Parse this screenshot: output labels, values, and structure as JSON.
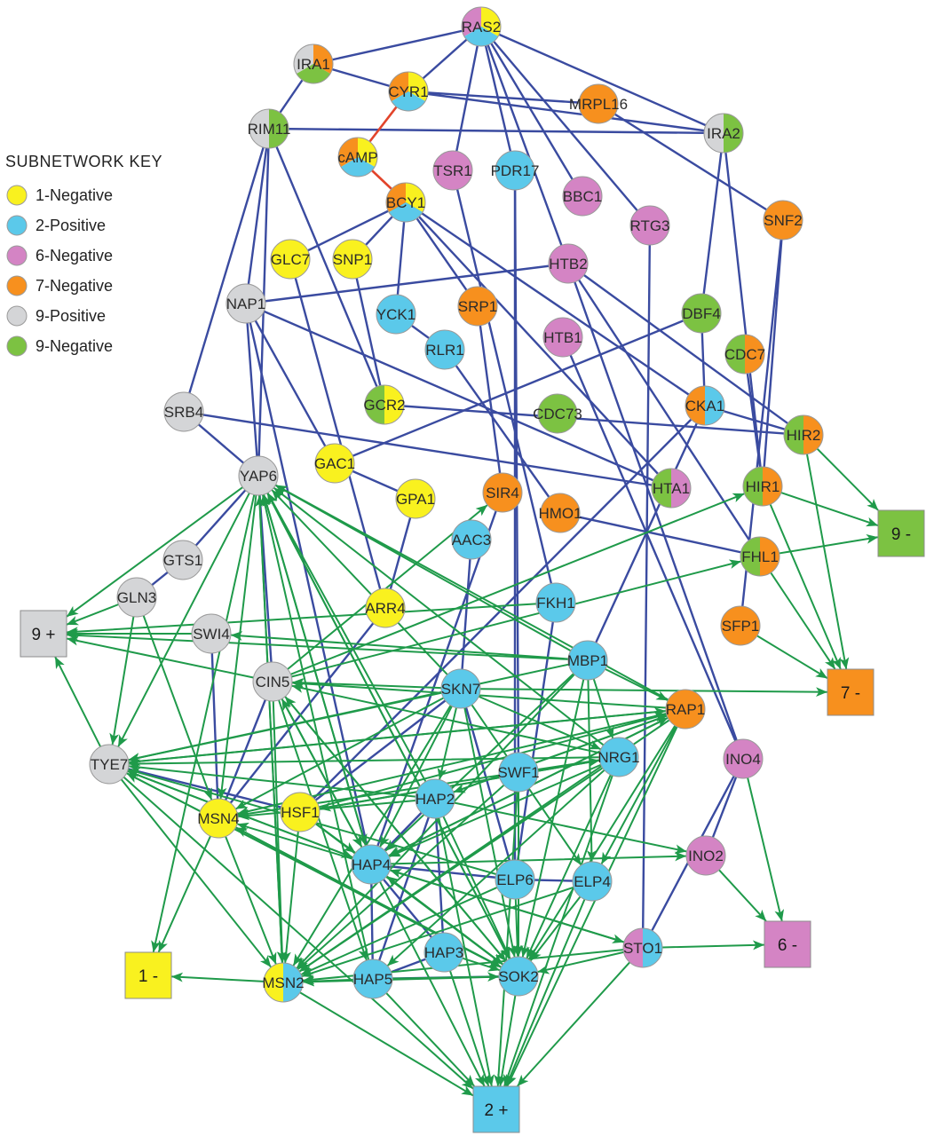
{
  "key": {
    "title": "SUBNETWORK  KEY",
    "items": [
      {
        "id": "1N",
        "label": "1-Negative",
        "color": "#f9f11f"
      },
      {
        "id": "2P",
        "label": "2-Positive",
        "color": "#5bc9ea"
      },
      {
        "id": "6N",
        "label": "6-Negative",
        "color": "#d484c4"
      },
      {
        "id": "7N",
        "label": "7-Negative",
        "color": "#f7901e"
      },
      {
        "id": "9P",
        "label": "9-Positive",
        "color": "#d4d5d7"
      },
      {
        "id": "9N",
        "label": "9-Negative",
        "color": "#7cc242"
      }
    ]
  },
  "edge_colors": {
    "regulatory": "#3a4ba0",
    "directed": "#1f9a4a",
    "special": "#e2442b"
  },
  "nodes": [
    {
      "id": "RAS2",
      "label": "RAS2",
      "groups": [
        "1N",
        "2P",
        "6N"
      ]
    },
    {
      "id": "IRA1",
      "label": "IRA1",
      "groups": [
        "7N",
        "9N",
        "9P"
      ]
    },
    {
      "id": "CYR1",
      "label": "CYR1",
      "groups": [
        "1N",
        "2P",
        "7N"
      ]
    },
    {
      "id": "MRPL16",
      "label": "MRPL16",
      "groups": [
        "7N"
      ]
    },
    {
      "id": "RIM11",
      "label": "RIM11",
      "groups": [
        "9N",
        "9P"
      ]
    },
    {
      "id": "IRA2",
      "label": "IRA2",
      "groups": [
        "9N",
        "9P"
      ]
    },
    {
      "id": "cAMP",
      "label": "cAMP",
      "groups": [
        "1N",
        "2P",
        "7N"
      ]
    },
    {
      "id": "TSR1",
      "label": "TSR1",
      "groups": [
        "6N"
      ]
    },
    {
      "id": "PDR17",
      "label": "PDR17",
      "groups": [
        "2P"
      ]
    },
    {
      "id": "BBC1",
      "label": "BBC1",
      "groups": [
        "6N"
      ]
    },
    {
      "id": "BCY1",
      "label": "BCY1",
      "groups": [
        "1N",
        "2P",
        "7N"
      ]
    },
    {
      "id": "RTG3",
      "label": "RTG3",
      "groups": [
        "6N"
      ]
    },
    {
      "id": "SNF2",
      "label": "SNF2",
      "groups": [
        "7N"
      ]
    },
    {
      "id": "GLC7",
      "label": "GLC7",
      "groups": [
        "1N"
      ]
    },
    {
      "id": "SNP1",
      "label": "SNP1",
      "groups": [
        "1N"
      ]
    },
    {
      "id": "HTB2",
      "label": "HTB2",
      "groups": [
        "6N"
      ]
    },
    {
      "id": "NAP1",
      "label": "NAP1",
      "groups": [
        "9P"
      ]
    },
    {
      "id": "YCK1",
      "label": "YCK1",
      "groups": [
        "2P"
      ]
    },
    {
      "id": "SRP1",
      "label": "SRP1",
      "groups": [
        "7N"
      ]
    },
    {
      "id": "DBF4",
      "label": "DBF4",
      "groups": [
        "9N"
      ]
    },
    {
      "id": "RLR1",
      "label": "RLR1",
      "groups": [
        "2P"
      ]
    },
    {
      "id": "HTB1",
      "label": "HTB1",
      "groups": [
        "6N"
      ]
    },
    {
      "id": "CDC7",
      "label": "CDC7",
      "groups": [
        "7N",
        "9N"
      ]
    },
    {
      "id": "SRB4",
      "label": "SRB4",
      "groups": [
        "9P"
      ]
    },
    {
      "id": "GCR2",
      "label": "GCR2",
      "groups": [
        "1N",
        "9N"
      ]
    },
    {
      "id": "CDC73",
      "label": "CDC73",
      "groups": [
        "9N"
      ]
    },
    {
      "id": "CKA1",
      "label": "CKA1",
      "groups": [
        "2P",
        "7N"
      ]
    },
    {
      "id": "HIR2",
      "label": "HIR2",
      "groups": [
        "7N",
        "9N"
      ]
    },
    {
      "id": "YAP6",
      "label": "YAP6",
      "groups": [
        "9P"
      ]
    },
    {
      "id": "GAC1",
      "label": "GAC1",
      "groups": [
        "1N"
      ]
    },
    {
      "id": "GPA1",
      "label": "GPA1",
      "groups": [
        "1N"
      ]
    },
    {
      "id": "SIR4",
      "label": "SIR4",
      "groups": [
        "7N"
      ]
    },
    {
      "id": "HMO1",
      "label": "HMO1",
      "groups": [
        "7N"
      ]
    },
    {
      "id": "HTA1",
      "label": "HTA1",
      "groups": [
        "6N",
        "9N"
      ]
    },
    {
      "id": "HIR1",
      "label": "HIR1",
      "groups": [
        "7N",
        "9N"
      ]
    },
    {
      "id": "GTS1",
      "label": "GTS1",
      "groups": [
        "9P"
      ]
    },
    {
      "id": "AAC3",
      "label": "AAC3",
      "groups": [
        "2P"
      ]
    },
    {
      "id": "FHL1",
      "label": "FHL1",
      "groups": [
        "7N",
        "9N"
      ]
    },
    {
      "id": "GLN3",
      "label": "GLN3",
      "groups": [
        "9P"
      ]
    },
    {
      "id": "ARR4",
      "label": "ARR4",
      "groups": [
        "1N"
      ]
    },
    {
      "id": "FKH1",
      "label": "FKH1",
      "groups": [
        "2P"
      ]
    },
    {
      "id": "SWI4",
      "label": "SWI4",
      "groups": [
        "9P"
      ]
    },
    {
      "id": "SFP1",
      "label": "SFP1",
      "groups": [
        "7N"
      ]
    },
    {
      "id": "MBP1",
      "label": "MBP1",
      "groups": [
        "2P"
      ]
    },
    {
      "id": "CIN5",
      "label": "CIN5",
      "groups": [
        "9P"
      ]
    },
    {
      "id": "SKN7",
      "label": "SKN7",
      "groups": [
        "2P"
      ]
    },
    {
      "id": "RAP1",
      "label": "RAP1",
      "groups": [
        "7N"
      ]
    },
    {
      "id": "TYE7",
      "label": "TYE7",
      "groups": [
        "9P"
      ]
    },
    {
      "id": "NRG1",
      "label": "NRG1",
      "groups": [
        "2P"
      ]
    },
    {
      "id": "INO4",
      "label": "INO4",
      "groups": [
        "6N"
      ]
    },
    {
      "id": "SWF1",
      "label": "SWF1",
      "groups": [
        "2P"
      ]
    },
    {
      "id": "MSN4",
      "label": "MSN4",
      "groups": [
        "1N"
      ]
    },
    {
      "id": "HSF1",
      "label": "HSF1",
      "groups": [
        "1N"
      ]
    },
    {
      "id": "HAP2",
      "label": "HAP2",
      "groups": [
        "2P"
      ]
    },
    {
      "id": "INO2",
      "label": "INO2",
      "groups": [
        "6N"
      ]
    },
    {
      "id": "HAP4",
      "label": "HAP4",
      "groups": [
        "2P"
      ]
    },
    {
      "id": "ELP6",
      "label": "ELP6",
      "groups": [
        "2P"
      ]
    },
    {
      "id": "ELP4",
      "label": "ELP4",
      "groups": [
        "2P"
      ]
    },
    {
      "id": "STO1",
      "label": "STO1",
      "groups": [
        "2P",
        "6N"
      ]
    },
    {
      "id": "HAP3",
      "label": "HAP3",
      "groups": [
        "2P"
      ]
    },
    {
      "id": "MSN2",
      "label": "MSN2",
      "groups": [
        "2P",
        "1N"
      ]
    },
    {
      "id": "HAP5",
      "label": "HAP5",
      "groups": [
        "2P"
      ]
    },
    {
      "id": "SOK2",
      "label": "SOK2",
      "groups": [
        "2P"
      ]
    }
  ],
  "boxes": [
    {
      "id": "B9N",
      "label": "9 -",
      "group": "9N"
    },
    {
      "id": "B9P",
      "label": "9 +",
      "group": "9P"
    },
    {
      "id": "B7N",
      "label": "7 -",
      "group": "7N"
    },
    {
      "id": "B6N",
      "label": "6 -",
      "group": "6N"
    },
    {
      "id": "B1N",
      "label": "1 -",
      "group": "1N"
    },
    {
      "id": "B2P",
      "label": "2 +",
      "group": "2P"
    }
  ],
  "regulatory_edges": [
    [
      "RAS2",
      "IRA1"
    ],
    [
      "RAS2",
      "CYR1"
    ],
    [
      "RAS2",
      "IRA2"
    ],
    [
      "RAS2",
      "TSR1"
    ],
    [
      "RAS2",
      "PDR17"
    ],
    [
      "RAS2",
      "BBC1"
    ],
    [
      "RAS2",
      "RTG3"
    ],
    [
      "RAS2",
      "HTB2"
    ],
    [
      "IRA1",
      "RIM11"
    ],
    [
      "IRA1",
      "CYR1"
    ],
    [
      "CYR1",
      "MRPL16"
    ],
    [
      "CYR1",
      "IRA2"
    ],
    [
      "MRPL16",
      "SNF2"
    ],
    [
      "RIM11",
      "IRA2"
    ],
    [
      "RIM11",
      "NAP1"
    ],
    [
      "RIM11",
      "SRB4"
    ],
    [
      "RIM11",
      "GCR2"
    ],
    [
      "RIM11",
      "YAP6"
    ],
    [
      "IRA2",
      "DBF4"
    ],
    [
      "IRA2",
      "HIR1"
    ],
    [
      "BCY1",
      "GLC7"
    ],
    [
      "BCY1",
      "SNP1"
    ],
    [
      "BCY1",
      "YCK1"
    ],
    [
      "BCY1",
      "CKA1"
    ],
    [
      "BCY1",
      "HTA1"
    ],
    [
      "BCY1",
      "SRP1"
    ],
    [
      "SNP1",
      "GCR2"
    ],
    [
      "GLC7",
      "ARR4"
    ],
    [
      "NAP1",
      "HTB2"
    ],
    [
      "NAP1",
      "HTA1"
    ],
    [
      "NAP1",
      "YAP6"
    ],
    [
      "NAP1",
      "HAP4"
    ],
    [
      "NAP1",
      "GAC1"
    ],
    [
      "YCK1",
      "RLR1"
    ],
    [
      "RLR1",
      "HMO1"
    ],
    [
      "SRP1",
      "SIR4"
    ],
    [
      "TSR1",
      "FKH1"
    ],
    [
      "PDR17",
      "SWF1"
    ],
    [
      "PDR17",
      "ELP6"
    ],
    [
      "HTB2",
      "HIR2"
    ],
    [
      "HTB2",
      "INO4"
    ],
    [
      "HTB2",
      "FHL1"
    ],
    [
      "HTB1",
      "INO4"
    ],
    [
      "DBF4",
      "CKA1"
    ],
    [
      "DBF4",
      "GAC1"
    ],
    [
      "CDC7",
      "HIR1"
    ],
    [
      "RTG3",
      "STO1"
    ],
    [
      "SNF2",
      "HIR1"
    ],
    [
      "SNF2",
      "SFP1"
    ],
    [
      "SRB4",
      "YAP6"
    ],
    [
      "SRB4",
      "HTA1"
    ],
    [
      "GCR2",
      "HIR2"
    ],
    [
      "CKA1",
      "HIR2"
    ],
    [
      "CKA1",
      "MBP1"
    ],
    [
      "YAP6",
      "CIN5"
    ],
    [
      "YAP6",
      "GTS1"
    ],
    [
      "GTS1",
      "GLN3"
    ],
    [
      "GAC1",
      "GPA1"
    ],
    [
      "GPA1",
      "ARR4"
    ],
    [
      "SIR4",
      "HAP4"
    ],
    [
      "HMO1",
      "FHL1"
    ],
    [
      "AAC3",
      "SKN7"
    ],
    [
      "ARR4",
      "MSN4"
    ],
    [
      "CKA1",
      "HSF1"
    ],
    [
      "SKN7",
      "HSF1"
    ],
    [
      "SKN7",
      "ELP6"
    ],
    [
      "FKH1",
      "ELP6"
    ],
    [
      "ELP6",
      "ELP4"
    ],
    [
      "ELP6",
      "HAP4"
    ],
    [
      "INO4",
      "INO2"
    ],
    [
      "INO4",
      "STO1"
    ],
    [
      "HAP2",
      "HAP3"
    ],
    [
      "HAP2",
      "HAP4"
    ],
    [
      "HAP2",
      "HAP5"
    ],
    [
      "HAP3",
      "HAP5"
    ],
    [
      "HAP4",
      "HAP5"
    ],
    [
      "HAP3",
      "HAP4"
    ],
    [
      "HAP5",
      "SOK2"
    ],
    [
      "TYE7",
      "HSF1"
    ],
    [
      "CIN5",
      "MSN4"
    ],
    [
      "SWI4",
      "MSN4"
    ]
  ],
  "special_edges": [
    [
      "CYR1",
      "cAMP"
    ],
    [
      "cAMP",
      "BCY1"
    ]
  ],
  "directed_edges": [
    [
      "YAP6",
      "B9P"
    ],
    [
      "GLN3",
      "B9P"
    ],
    [
      "SWI4",
      "B9P"
    ],
    [
      "CIN5",
      "B9P"
    ],
    [
      "TYE7",
      "B9P"
    ],
    [
      "MBP1",
      "B9P"
    ],
    [
      "FKH1",
      "B9P"
    ],
    [
      "HIR2",
      "B9N"
    ],
    [
      "HIR1",
      "B9N"
    ],
    [
      "FHL1",
      "B9N"
    ],
    [
      "HIR2",
      "B7N"
    ],
    [
      "HIR1",
      "B7N"
    ],
    [
      "FHL1",
      "B7N"
    ],
    [
      "SFP1",
      "B7N"
    ],
    [
      "SKN7",
      "B7N"
    ],
    [
      "INO4",
      "B6N"
    ],
    [
      "INO2",
      "B6N"
    ],
    [
      "STO1",
      "B6N"
    ],
    [
      "MSN4",
      "B1N"
    ],
    [
      "MSN2",
      "B1N"
    ],
    [
      "YAP6",
      "B1N"
    ],
    [
      "MSN2",
      "B2P"
    ],
    [
      "HAP5",
      "B2P"
    ],
    [
      "HAP3",
      "B2P"
    ],
    [
      "SOK2",
      "B2P"
    ],
    [
      "STO1",
      "B2P"
    ],
    [
      "HAP4",
      "B2P"
    ],
    [
      "ELP4",
      "B2P"
    ],
    [
      "NRG1",
      "B2P"
    ],
    [
      "HAP2",
      "B2P"
    ],
    [
      "TYE7",
      "B2P"
    ],
    [
      "SWF1",
      "B2P"
    ],
    [
      "RAP1",
      "B2P"
    ],
    [
      "SKN7",
      "YAP6"
    ],
    [
      "MBP1",
      "YAP6"
    ],
    [
      "NRG1",
      "YAP6"
    ],
    [
      "HAP4",
      "YAP6"
    ],
    [
      "HAP2",
      "YAP6"
    ],
    [
      "SOK2",
      "YAP6"
    ],
    [
      "RAP1",
      "YAP6"
    ],
    [
      "MSN2",
      "YAP6"
    ],
    [
      "HAP5",
      "YAP6"
    ],
    [
      "CIN5",
      "SIR4"
    ],
    [
      "CIN5",
      "HIR1"
    ],
    [
      "CIN5",
      "FHL1"
    ],
    [
      "MBP1",
      "SWI4"
    ],
    [
      "SKN7",
      "CIN5"
    ],
    [
      "NRG1",
      "CIN5"
    ],
    [
      "RAP1",
      "CIN5"
    ],
    [
      "SOK2",
      "CIN5"
    ],
    [
      "HAP4",
      "CIN5"
    ],
    [
      "YAP6",
      "TYE7"
    ],
    [
      "GLN3",
      "TYE7"
    ],
    [
      "SKN7",
      "TYE7"
    ],
    [
      "MBP1",
      "TYE7"
    ],
    [
      "NRG1",
      "TYE7"
    ],
    [
      "RAP1",
      "TYE7"
    ],
    [
      "HAP4",
      "TYE7"
    ],
    [
      "HAP2",
      "TYE7"
    ],
    [
      "SOK2",
      "TYE7"
    ],
    [
      "ELP6",
      "TYE7"
    ],
    [
      "TYE7",
      "MSN2"
    ],
    [
      "TYE7",
      "SOK2"
    ],
    [
      "GLN3",
      "MSN4"
    ],
    [
      "YAP6",
      "MSN4"
    ],
    [
      "SKN7",
      "MSN4"
    ],
    [
      "RAP1",
      "MSN4"
    ],
    [
      "NRG1",
      "MSN4"
    ],
    [
      "HAP4",
      "MSN4"
    ],
    [
      "SOK2",
      "MSN4"
    ],
    [
      "HAP2",
      "MSN4"
    ],
    [
      "HSF1",
      "RAP1"
    ],
    [
      "HSF1",
      "NRG1"
    ],
    [
      "HSF1",
      "SOK2"
    ],
    [
      "HSF1",
      "HAP4"
    ],
    [
      "HSF1",
      "MSN2"
    ],
    [
      "MSN4",
      "MSN2"
    ],
    [
      "MSN4",
      "SOK2"
    ],
    [
      "SKN7",
      "HAP4"
    ],
    [
      "SKN7",
      "SOK2"
    ],
    [
      "SKN7",
      "MSN2"
    ],
    [
      "SKN7",
      "NRG1"
    ],
    [
      "SKN7",
      "ELP4"
    ],
    [
      "MBP1",
      "RAP1"
    ],
    [
      "MBP1",
      "NRG1"
    ],
    [
      "MBP1",
      "SOK2"
    ],
    [
      "MBP1",
      "MSN2"
    ],
    [
      "MBP1",
      "HAP4"
    ],
    [
      "MBP1",
      "ELP4"
    ],
    [
      "NRG1",
      "HAP4"
    ],
    [
      "NRG1",
      "SOK2"
    ],
    [
      "NRG1",
      "MSN2"
    ],
    [
      "NRG1",
      "HAP5"
    ],
    [
      "NRG1",
      "HSF1"
    ],
    [
      "RAP1",
      "HAP4"
    ],
    [
      "RAP1",
      "SOK2"
    ],
    [
      "RAP1",
      "MSN2"
    ],
    [
      "RAP1",
      "HAP2"
    ],
    [
      "RAP1",
      "ELP4"
    ],
    [
      "HAP4",
      "SOK2"
    ],
    [
      "HAP4",
      "INO2"
    ],
    [
      "HAP4",
      "STO1"
    ],
    [
      "HAP4",
      "RAP1"
    ],
    [
      "HAP2",
      "SOK2"
    ],
    [
      "HAP2",
      "INO2"
    ],
    [
      "HAP2",
      "RAP1"
    ],
    [
      "HAP5",
      "MSN2"
    ],
    [
      "HAP5",
      "SOK2"
    ],
    [
      "SOK2",
      "MSN2"
    ],
    [
      "SOK2",
      "HAP4"
    ],
    [
      "STO1",
      "SOK2"
    ],
    [
      "STO1",
      "HAP4"
    ],
    [
      "STO1",
      "MSN2"
    ],
    [
      "ELP4",
      "SOK2"
    ],
    [
      "ELP4",
      "MSN2"
    ],
    [
      "SWF1",
      "SOK2"
    ],
    [
      "SWF1",
      "MSN2"
    ],
    [
      "HAP3",
      "SOK2"
    ],
    [
      "ELP6",
      "MSN2"
    ],
    [
      "ELP6",
      "SOK2"
    ],
    [
      "CIN5",
      "HAP4"
    ],
    [
      "CIN5",
      "SOK2"
    ],
    [
      "CIN5",
      "MSN2"
    ],
    [
      "CIN5",
      "HAP5"
    ],
    [
      "TYE7",
      "HAP4"
    ],
    [
      "TYE7",
      "RAP1"
    ],
    [
      "YAP6",
      "SOK2"
    ],
    [
      "YAP6",
      "HAP4"
    ],
    [
      "YAP6",
      "MSN2"
    ],
    [
      "SKN7",
      "HAP2"
    ]
  ]
}
